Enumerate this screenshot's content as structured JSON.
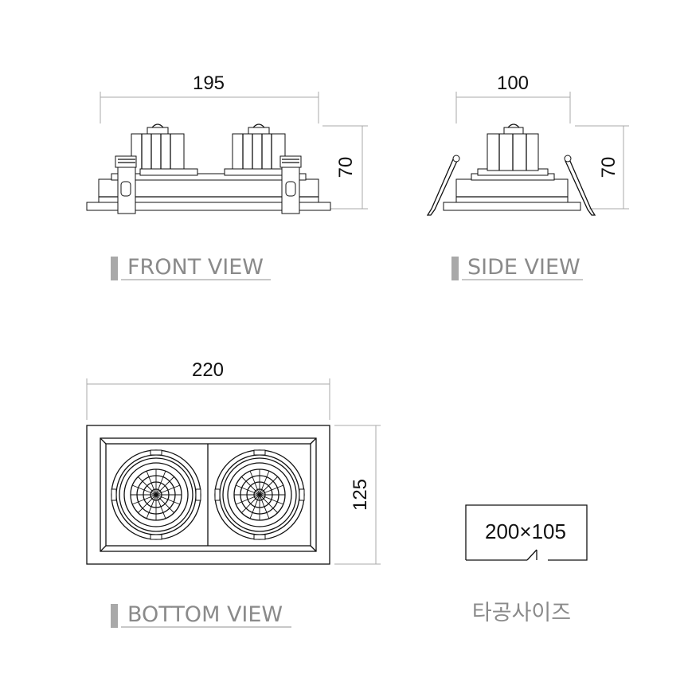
{
  "front_view": {
    "label": "FRONT VIEW",
    "width_dim": "195",
    "height_dim": "70"
  },
  "side_view": {
    "label": "SIDE VIEW",
    "width_dim": "100",
    "height_dim": "70"
  },
  "bottom_view": {
    "label": "BOTTOM VIEW",
    "width_dim": "220",
    "height_dim": "125"
  },
  "cutout": {
    "size": "200×105",
    "label": "타공사이즈"
  },
  "colors": {
    "line": "#111111",
    "dimension_line": "#a8a8a8",
    "label": "#8a8a8a"
  }
}
